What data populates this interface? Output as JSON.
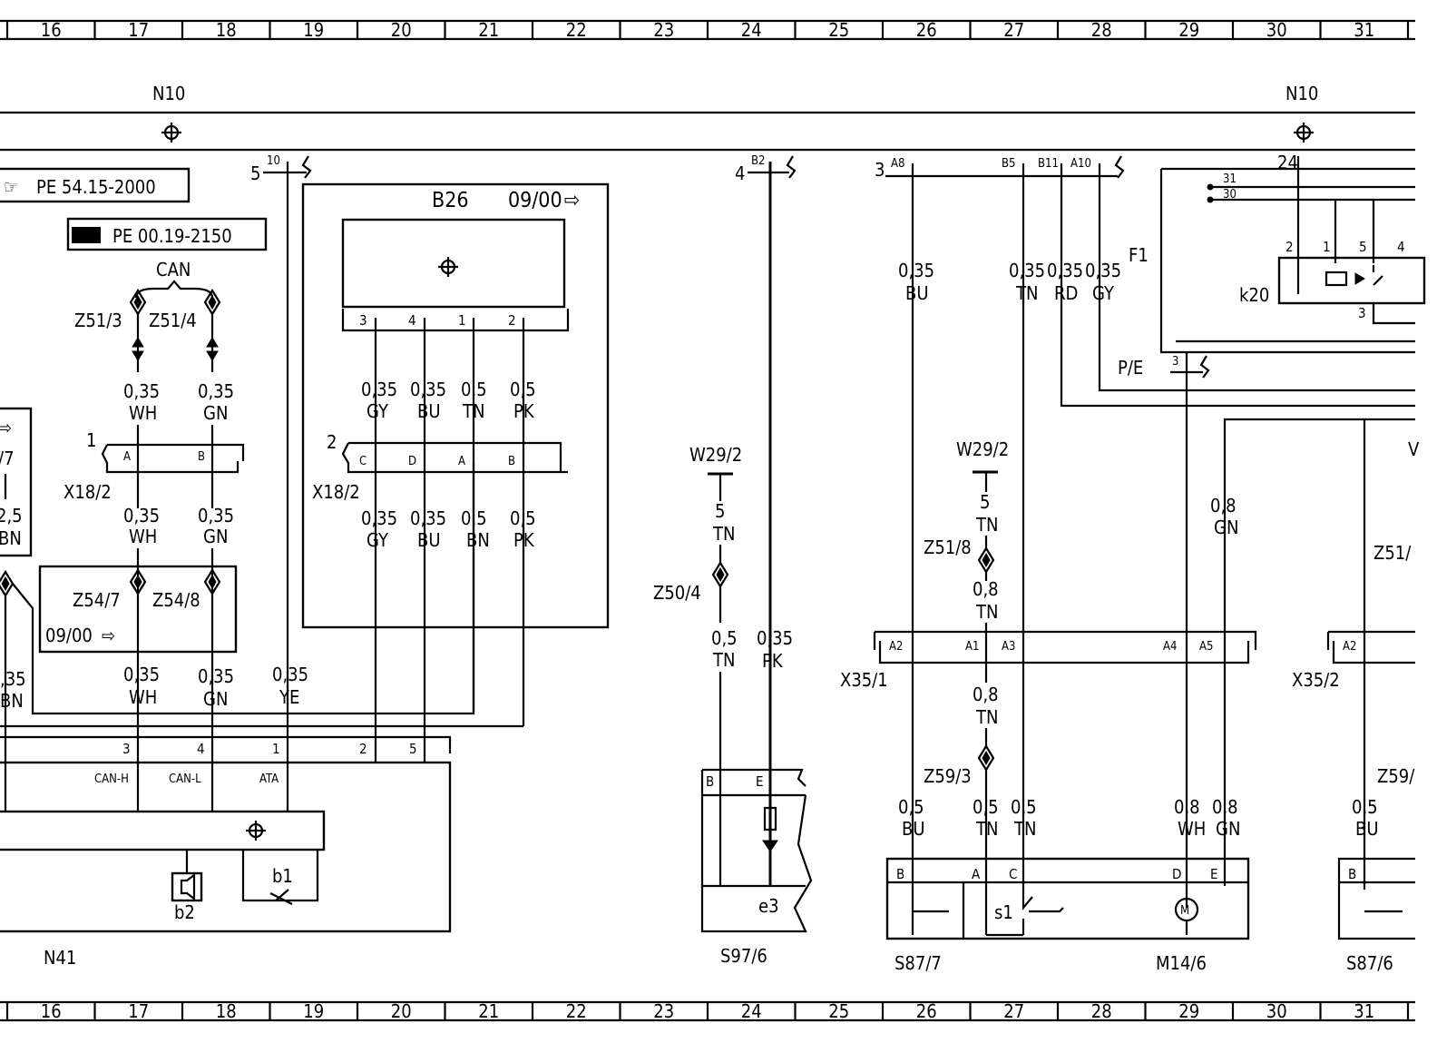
{
  "grid_columns": [
    "16",
    "17",
    "18",
    "19",
    "20",
    "21",
    "22",
    "23",
    "24",
    "25",
    "26",
    "27",
    "28",
    "29",
    "30",
    "31"
  ],
  "bus": {
    "label_left": "N10",
    "label_right": "N10",
    "can_label": "CAN"
  },
  "refs": {
    "ref_1": "PE 54.15-2000",
    "ref_2": "PE 00.19-2150"
  },
  "components": {
    "n41": "N41",
    "b26": "B26",
    "b26_date": "09/00",
    "s97": "S97/6",
    "s97_e3": "e3",
    "s87_7": "S87/7",
    "m14": "M14/6",
    "s87_6": "S87/6",
    "f1": "F1",
    "k20": "k20",
    "pe": "P/E",
    "b1": "b1",
    "b2": "b2",
    "s1": "s1"
  },
  "connectors": {
    "x18_2_left": "X18/2",
    "x18_2_mid": "X18/2",
    "x35_1": "X35/1",
    "x35_2": "X35/2",
    "z51_3": "Z51/3",
    "z51_4": "Z51/4",
    "z54_7": "Z54/7",
    "z54_8": "Z54/8",
    "z54_date": "09/00",
    "z50_4": "Z50/4",
    "z51_8": "Z51/8",
    "z59_3": "Z59/3",
    "z51_9_partial": "Z51/",
    "z59_partial": "Z59/",
    "w29_2_a": "W29/2",
    "w29_2_b": "W29/2"
  },
  "pins": {
    "p10": "10",
    "p5": "5",
    "p4": "4",
    "pB2": "B2",
    "p3": "3",
    "pA8": "A8",
    "pB5": "B5",
    "pB11": "B11",
    "pA10": "A10",
    "p24": "24",
    "b26_3": "3",
    "b26_4": "4",
    "b26_1": "1",
    "b26_2": "2",
    "x18l_1": "1",
    "x18l_A": "A",
    "x18l_B": "B",
    "x18m_2": "2",
    "x18m_C": "C",
    "x18m_D": "D",
    "x18m_A": "A",
    "x18m_B": "B",
    "n41_3": "3",
    "n41_4": "4",
    "n41_1": "1",
    "n41_2": "2",
    "n41_5": "5",
    "canh": "CAN-H",
    "canl": "CAN-L",
    "ata": "ATA",
    "s97_B": "B",
    "s97_E": "E",
    "x351_A2": "A2",
    "x351_A1": "A1",
    "x351_A3": "A3",
    "x351_A4": "A4",
    "x351_A5": "A5",
    "x352_A2": "A2",
    "s87_B": "B",
    "s87_A": "A",
    "s87_C": "C",
    "s87_D": "D",
    "s87_E": "E",
    "s876_B": "B",
    "k_2": "2",
    "k_1": "1",
    "k_5": "5",
    "k_4": "4",
    "k_3": "3",
    "pe_3": "3",
    "f_31": "31",
    "f_30": "30",
    "partial_7": "/7",
    "partial_w": "V"
  },
  "wires": {
    "w_z513_a": "0,35",
    "c_z513_a": "WH",
    "w_z514_a": "0,35",
    "c_z514_a": "GN",
    "w_x18l_a": "0,35",
    "c_x18l_a": "WH",
    "w_x18l_b": "0,35",
    "c_x18l_b": "GN",
    "w_n41_a": "0,35",
    "c_n41_a": "WH",
    "w_n41_b": "0,35",
    "c_n41_b": "GN",
    "w_n41_c": "0,35",
    "c_n41_c": "YE",
    "w_left_a": "2,5",
    "c_left_a": "BN",
    "w_left_b": ",35",
    "c_left_b": "BN",
    "w_b26_3": "0,35",
    "c_b26_3": "GY",
    "w_b26_4": "0,35",
    "c_b26_4": "BU",
    "w_b26_1": "0,5",
    "c_b26_1": "TN",
    "w_b26_2": "0,5",
    "c_b26_2": "PK",
    "w_x18m_c": "0,35",
    "c_x18m_c": "GY",
    "w_x18m_d": "0,35",
    "c_x18m_d": "BU",
    "w_x18m_a": "0,5",
    "c_x18m_a": "BN",
    "w_x18m_b": "0,5",
    "c_x18m_b": "PK",
    "w_w29a": "5",
    "c_w29a": "TN",
    "w_z504": "0,5",
    "c_z504": "TN",
    "w_b2": "0,35",
    "c_b2": "PK",
    "w_a8": "0,35",
    "c_a8": "BU",
    "w_b5": "0,35",
    "c_b5": "TN",
    "w_b11": "0,35",
    "c_b11": "RD",
    "w_a10": "0,35",
    "c_a10": "GY",
    "w_w29b": "5",
    "c_w29b": "TN",
    "w_z518": "0,8",
    "c_z518": "TN",
    "w_a1": "0,8",
    "c_a1": "TN",
    "w_gn": "0,8",
    "c_gn": "GN",
    "w_s87_b": "0,5",
    "c_s87_b": "BU",
    "w_s87_a": "0,5",
    "c_s87_a": "TN",
    "w_s87_c": "0,5",
    "c_s87_c": "TN",
    "w_m14_d": "0,8",
    "c_m14_d": "WH",
    "w_m14_e": "0,8",
    "c_m14_e": "GN",
    "w_s876_b": "0,5",
    "c_s876_b": "BU"
  }
}
